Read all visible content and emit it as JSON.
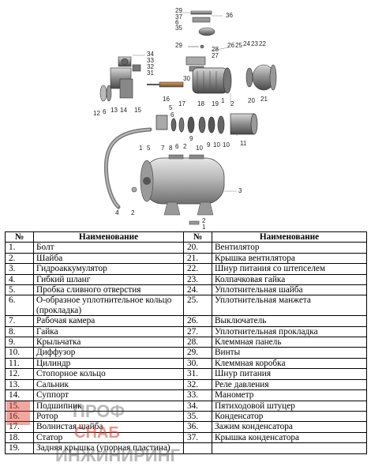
{
  "diagram": {
    "callouts": [
      "29",
      "37",
      "6",
      "35",
      "36",
      "29",
      "34",
      "33",
      "32",
      "31",
      "28",
      "27",
      "26",
      "25",
      "24",
      "23",
      "22",
      "30",
      "16",
      "17",
      "18",
      "19",
      "1",
      "2",
      "20",
      "21",
      "12",
      "6",
      "13",
      "14",
      "15",
      "5",
      "6",
      "1",
      "5",
      "7",
      "8",
      "6",
      "2",
      "9",
      "10",
      "9",
      "10",
      "10",
      "11",
      "3",
      "4",
      "2",
      "2",
      "1"
    ]
  },
  "table": {
    "headers": [
      "№",
      "Наименование",
      "№",
      "Наименование"
    ],
    "rows": [
      [
        "1.",
        "Болт",
        "20.",
        "Вентилятор"
      ],
      [
        "2.",
        "Шайба",
        "21.",
        "Крышка вентилятора"
      ],
      [
        "3.",
        "Гидроаккумулятор",
        "22.",
        "Шнур питания со штепселем"
      ],
      [
        "4.",
        "Гибкий шланг",
        "23.",
        "Колпачковая гайка"
      ],
      [
        "5.",
        "Пробка сливного отверстия",
        "24.",
        "Уплотнительная шайба"
      ],
      [
        "6.",
        "О-образное уплотнительное кольцо (прокладка)",
        "25.",
        "Уплотнительная манжета"
      ],
      [
        "7.",
        "Рабочая камера",
        "26.",
        "Выключатель"
      ],
      [
        "8.",
        "Гайка",
        "27.",
        "Уплотнительная прокладка"
      ],
      [
        "9.",
        "Крыльчатка",
        "28.",
        "Клеммная панель"
      ],
      [
        "10.",
        "Диффузор",
        "29.",
        "Винты"
      ],
      [
        "11.",
        "Цилиндр",
        "30.",
        "Клеммная коробка"
      ],
      [
        "12.",
        "Стопорное кольцо",
        "31.",
        "Шнур питания"
      ],
      [
        "13.",
        "Сальник",
        "32.",
        "Реле давления"
      ],
      [
        "14.",
        "Суппорт",
        "33.",
        "Манометр"
      ],
      [
        "15.",
        "Подшипник",
        "34.",
        "Пятиходовой штуцер"
      ],
      [
        "16.",
        "Ротор",
        "35.",
        "Конденсатор"
      ],
      [
        "17.",
        "Волнистая шайба",
        "36.",
        "Зажим конденсатора"
      ],
      [
        "18.",
        "Статор",
        "37.",
        "Крышка конденсатора"
      ],
      [
        "19.",
        "Задняя крышка (упорная пластина)",
        "",
        ""
      ]
    ]
  },
  "watermark": {
    "line1": "ПРОФ",
    "line2": "СНАБ",
    "line3": "ИНЖИНИРИНГ"
  }
}
